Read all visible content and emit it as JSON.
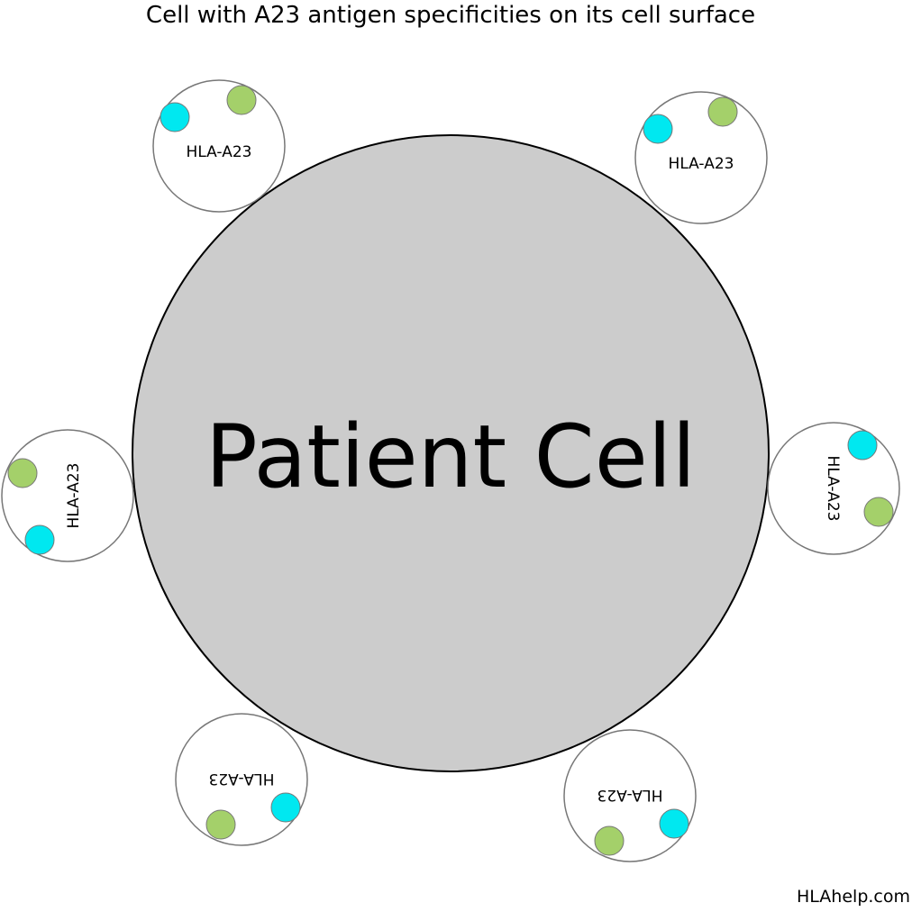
{
  "title": "Cell with A23 antigen specificities on its cell surface",
  "cell": {
    "label": "Patient Cell",
    "fill": "#cccccc",
    "stroke": "#000000"
  },
  "antigens": [
    {
      "label": "HLA-A23"
    },
    {
      "label": "HLA-A23"
    },
    {
      "label": "HLA-A23"
    },
    {
      "label": "HLA-A23"
    },
    {
      "label": "HLA-A23"
    },
    {
      "label": "HLA-A23"
    }
  ],
  "colors": {
    "cyan_dot": "#00e8f0",
    "green_dot": "#a4d06a",
    "antigen_outline": "#777777"
  },
  "footer": "HLAhelp.com"
}
